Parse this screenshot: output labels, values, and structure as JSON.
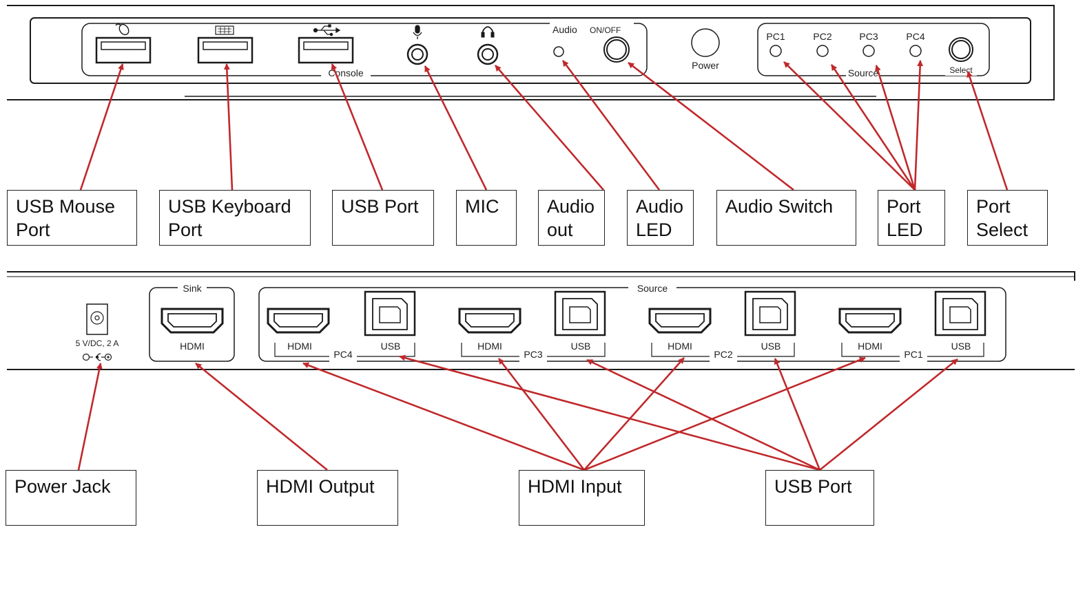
{
  "colors": {
    "arrow": "#c0282b",
    "outline": "#1a1a1a"
  },
  "front_panel": {
    "icons": [
      "mouse-icon",
      "keyboard-icon",
      "usb-icon",
      "microphone-icon",
      "headphone-icon"
    ],
    "console_label": "Console",
    "audio_label": "Audio",
    "audio_onoff_label": "ON/OFF",
    "power_label": "Power",
    "pc_labels": [
      "PC1",
      "PC2",
      "PC3",
      "PC4"
    ],
    "source_label": "Source",
    "select_label": "Select"
  },
  "rear_panel": {
    "power_rating": "5 V/DC, 2 A",
    "sink_label": "Sink",
    "sink_hdmi_label": "HDMI",
    "source_label": "Source",
    "port_groups": [
      {
        "pc": "PC4",
        "hdmi": "HDMI",
        "usb": "USB"
      },
      {
        "pc": "PC3",
        "hdmi": "HDMI",
        "usb": "USB"
      },
      {
        "pc": "PC2",
        "hdmi": "HDMI",
        "usb": "USB"
      },
      {
        "pc": "PC1",
        "hdmi": "HDMI",
        "usb": "USB"
      }
    ]
  },
  "callouts_top": [
    {
      "id": "usb-mouse-port",
      "lines": [
        "USB Mouse",
        "Port"
      ]
    },
    {
      "id": "usb-keyboard-port",
      "lines": [
        "USB Keyboard",
        "Port"
      ]
    },
    {
      "id": "usb-port-console",
      "lines": [
        "USB Port"
      ]
    },
    {
      "id": "mic",
      "lines": [
        "MIC"
      ]
    },
    {
      "id": "audio-out",
      "lines": [
        "Audio",
        "out"
      ]
    },
    {
      "id": "audio-led",
      "lines": [
        "Audio",
        "LED"
      ]
    },
    {
      "id": "audio-switch",
      "lines": [
        "Audio Switch"
      ]
    },
    {
      "id": "port-led",
      "lines": [
        "Port",
        "LED"
      ]
    },
    {
      "id": "port-select",
      "lines": [
        "Port",
        "Select"
      ]
    }
  ],
  "callouts_bottom": [
    {
      "id": "power-jack",
      "lines": [
        "Power Jack"
      ]
    },
    {
      "id": "hdmi-output",
      "lines": [
        "HDMI Output"
      ]
    },
    {
      "id": "hdmi-input",
      "lines": [
        "HDMI Input"
      ]
    },
    {
      "id": "usb-port-rear",
      "lines": [
        "USB Port"
      ]
    }
  ]
}
